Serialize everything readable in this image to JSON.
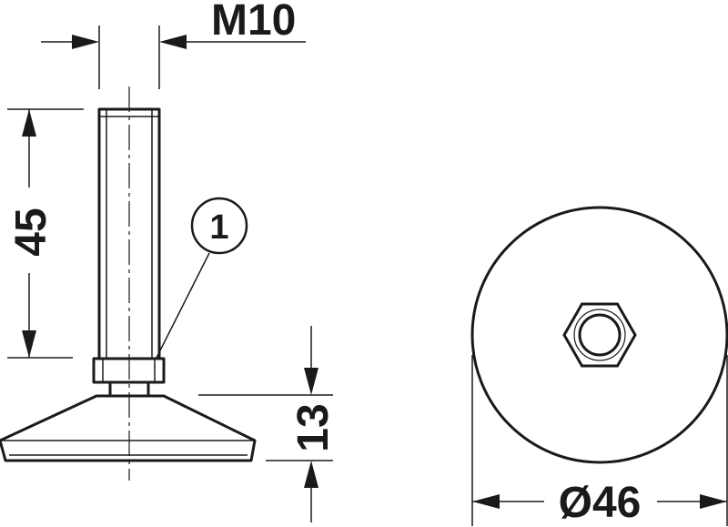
{
  "dimensions": {
    "thread": "M10",
    "stem_length": "45",
    "base_height": "13",
    "base_diameter": "Ø46"
  },
  "callouts": [
    {
      "label": "1"
    }
  ],
  "colors": {
    "line": "#1a1a1a",
    "background": "#ffffff"
  }
}
